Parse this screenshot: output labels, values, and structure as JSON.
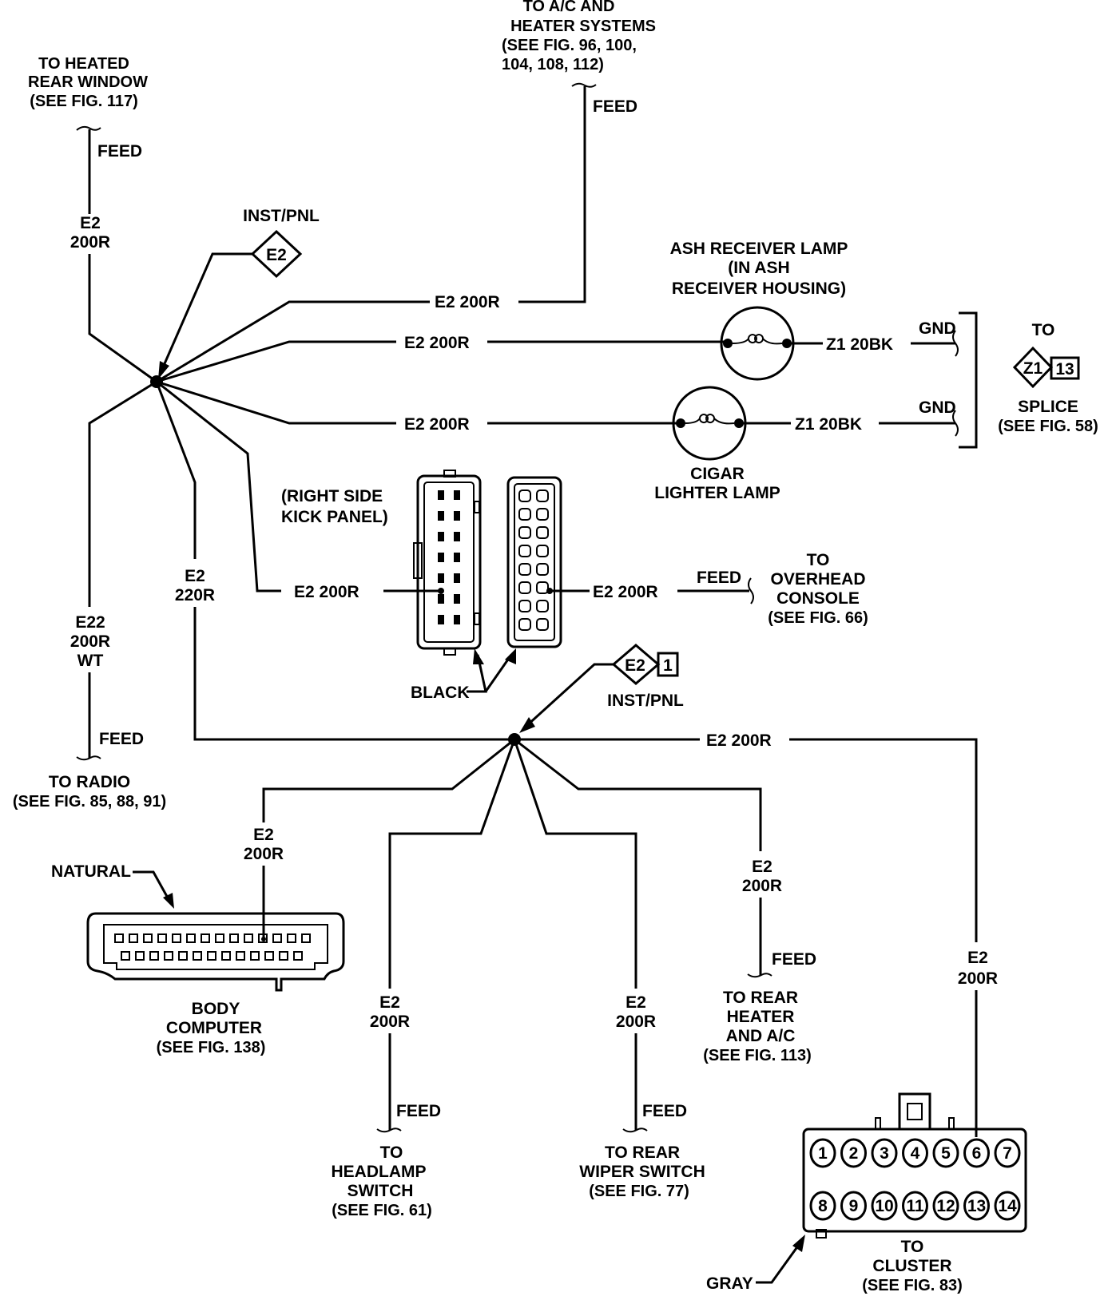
{
  "labels": {
    "ac_l1": "TO A/C AND",
    "ac_l2": "HEATER SYSTEMS",
    "ac_l3": "(SEE FIG. 96, 100,",
    "ac_l4": "104, 108, 112)",
    "ac_feed": "FEED",
    "hrw_l1": "TO HEATED",
    "hrw_l2": "REAR WINDOW",
    "hrw_l3": "(SEE FIG. 117)",
    "hrw_feed": "FEED",
    "left_e2": "E2",
    "left_200r": "200R",
    "instpnl_top": "INST/PNL",
    "diamond_e2_top": "E2",
    "w_ac": "E2 200R",
    "w_ash": "E2 200R",
    "w_cigar": "E2 200R",
    "ash_l1": "ASH RECEIVER LAMP",
    "ash_l2": "(IN ASH",
    "ash_l3": "RECEIVER HOUSING)",
    "ash_z1": "Z1 20BK",
    "cigar_z1": "Z1 20BK",
    "gnd1": "GND",
    "gnd2": "GND",
    "to_splice": "TO",
    "splice_z1": "Z1",
    "splice_13": "13",
    "splice_label": "SPLICE",
    "splice_ref": "(SEE FIG. 58)",
    "cigar_l1": "CIGAR",
    "cigar_l2": "LIGHTER LAMP",
    "kick_l1": "(RIGHT SIDE",
    "kick_l2": "KICK PANEL)",
    "w_kick_in": "E2 200R",
    "w_kick_out": "E2 200R",
    "ovh_feed": "FEED",
    "ovh_l1": "TO",
    "ovh_l2": "OVERHEAD",
    "ovh_l3": "CONSOLE",
    "ovh_ref": "(SEE FIG. 66)",
    "black": "BLACK",
    "e2_220_a": "E2",
    "e2_220_b": "220R",
    "e22_a": "E22",
    "e22_b": "200R",
    "e22_c": "WT",
    "radio_feed": "FEED",
    "radio_l1": "TO RADIO",
    "radio_ref": "(SEE FIG. 85, 88, 91)",
    "diamond_e2_bot": "E2",
    "diamond_1": "1",
    "instpnl_bot": "INST/PNL",
    "w_cluster_h": "E2 200R",
    "bc_e2": "E2",
    "bc_200r": "200R",
    "natural": "NATURAL",
    "bc_l1": "BODY",
    "bc_l2": "COMPUTER",
    "bc_ref": "(SEE FIG. 138)",
    "hl_e2": "E2",
    "hl_200r": "200R",
    "hl_feed": "FEED",
    "hl_l1": "TO",
    "hl_l2": "HEADLAMP",
    "hl_l3": "SWITCH",
    "hl_ref": "(SEE FIG. 61)",
    "wp_e2": "E2",
    "wp_200r": "200R",
    "wp_feed": "FEED",
    "wp_l1": "TO REAR",
    "wp_l2": "WIPER SWITCH",
    "wp_ref": "(SEE FIG. 77)",
    "rh_e2": "E2",
    "rh_200r": "200R",
    "rh_feed": "FEED",
    "rh_l1": "TO REAR",
    "rh_l2": "HEATER",
    "rh_l3": "AND A/C",
    "rh_ref": "(SEE FIG. 113)",
    "cl_e2": "E2",
    "cl_200r": "200R",
    "gray": "GRAY",
    "cl_l1": "TO",
    "cl_l2": "CLUSTER",
    "cl_ref": "(SEE FIG. 83)"
  },
  "cluster_pins_top": [
    "1",
    "2",
    "3",
    "4",
    "5",
    "6",
    "7"
  ],
  "cluster_pins_bottom": [
    "8",
    "9",
    "10",
    "11",
    "12",
    "13",
    "14"
  ]
}
